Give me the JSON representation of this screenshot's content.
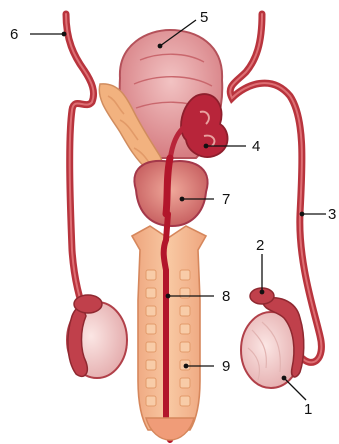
{
  "diagram": {
    "labels": [
      "1",
      "2",
      "3",
      "4",
      "5",
      "6",
      "7",
      "8",
      "9"
    ]
  },
  "colors": {
    "tissue_dark": "#a42a35",
    "tissue_mid": "#c8464e",
    "tissue_light": "#e8a2a0",
    "bladder": "#e4a3a5",
    "glandular": "#f2b88e",
    "shaft": "#f5b489",
    "testis": "#efc9c8",
    "lumen": "#b2162b"
  }
}
